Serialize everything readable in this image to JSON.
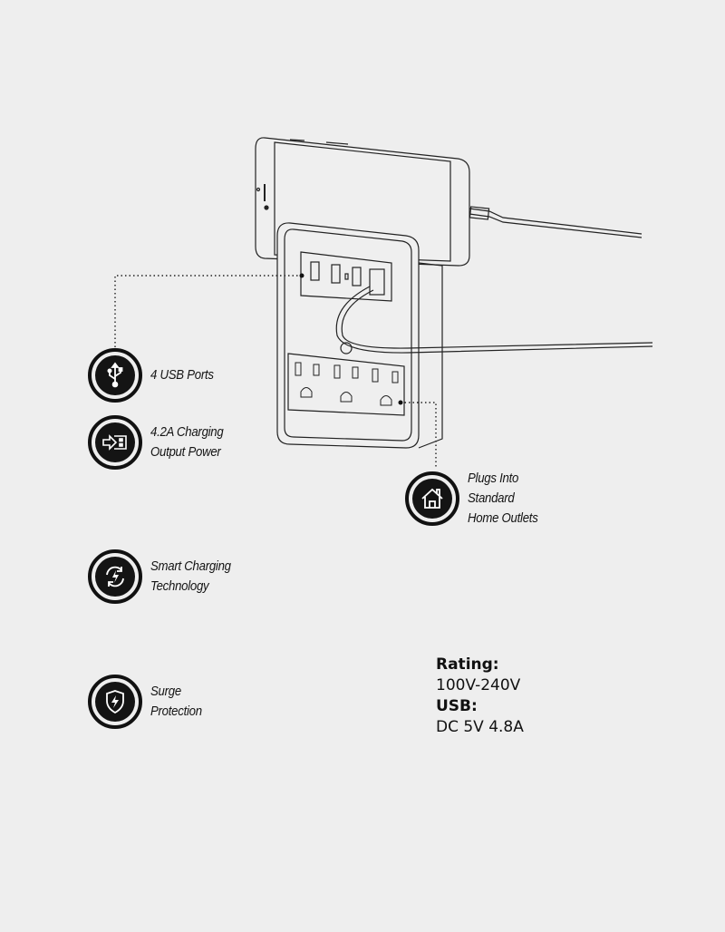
{
  "features": [
    {
      "id": "usb-ports",
      "icon": "usb-icon",
      "lines": [
        "4 USB Ports"
      ]
    },
    {
      "id": "charging-output",
      "icon": "usb-plug-icon",
      "lines": [
        "4.2A Charging",
        "Output Power"
      ]
    },
    {
      "id": "home-outlets",
      "icon": "house-icon",
      "lines": [
        "Plugs Into",
        "Standard",
        "Home Outlets"
      ]
    },
    {
      "id": "smart-charging",
      "icon": "smart-charge-icon",
      "lines": [
        "Smart Charging",
        "Technology"
      ]
    },
    {
      "id": "surge-protection",
      "icon": "shield-bolt-icon",
      "lines": [
        "Surge",
        "Protection"
      ]
    }
  ],
  "specs": {
    "rating_label": "Rating:",
    "rating_value": "100V-240V",
    "usb_label": "USB:",
    "usb_value": "DC 5V 4.8A"
  },
  "colors": {
    "background": "#eeeeee",
    "ink": "#141414"
  }
}
